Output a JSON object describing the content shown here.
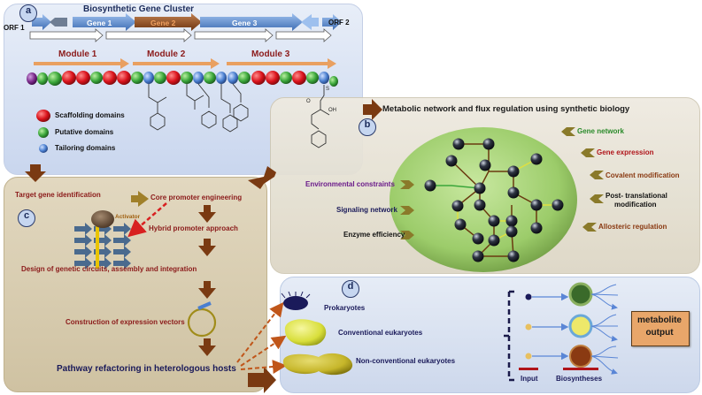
{
  "panel_a": {
    "letter": "a",
    "title": "Biosynthetic Gene Cluster",
    "orf1": "ORF 1",
    "orf2": "ORF 2",
    "genes": [
      "Gene 1",
      "Gene 2",
      "Gene 3"
    ],
    "modules": [
      "Module 1",
      "Module 2",
      "Module 3"
    ],
    "legend": [
      "Scaffolding domains",
      "Putative domains",
      "Tailoring domains"
    ],
    "chem_label": "OH",
    "chem_label2": "O",
    "chem_label3": "S"
  },
  "panel_b": {
    "letter": "b",
    "title": "Metabolic network and flux regulation using synthetic biology",
    "left_labels": [
      "Environmental constraints",
      "Signaling network",
      "Enzyme efficiency"
    ],
    "right_labels": [
      "Gene network",
      "Gene expression",
      "Covalent modification",
      "Post- translational",
      "modification",
      "Allosteric regulation"
    ]
  },
  "panel_c": {
    "letter": "c",
    "target": "Target gene identification",
    "core": "Core promoter engineering",
    "hybrid": "Hybrid promoter approach",
    "activator": "Activator",
    "design": "Design  of genetic circuits, assembly and integration",
    "construction": "Construction of expression vectors",
    "pathway": "Pathway refactoring in heterologous hosts"
  },
  "panel_d": {
    "letter": "d",
    "hosts": [
      "Prokaryotes",
      "Conventional eukaryotes",
      "Non-conventional eukaryotes"
    ],
    "output": "metabolite output",
    "input": "Input",
    "biosyntheses": "Biosyntheses"
  },
  "colors": {
    "scaffolding": "#d9121b",
    "putative": "#3aa63a",
    "tailoring": "#4a7fd0",
    "gene_blue": "#4f7fc6",
    "gene_brown": "#8a4a15",
    "module_arrow": "#e9a060",
    "dark_red": "#8b1a1a",
    "arrow_brown": "#7a3a12",
    "output_fill": "#e8a66a"
  }
}
